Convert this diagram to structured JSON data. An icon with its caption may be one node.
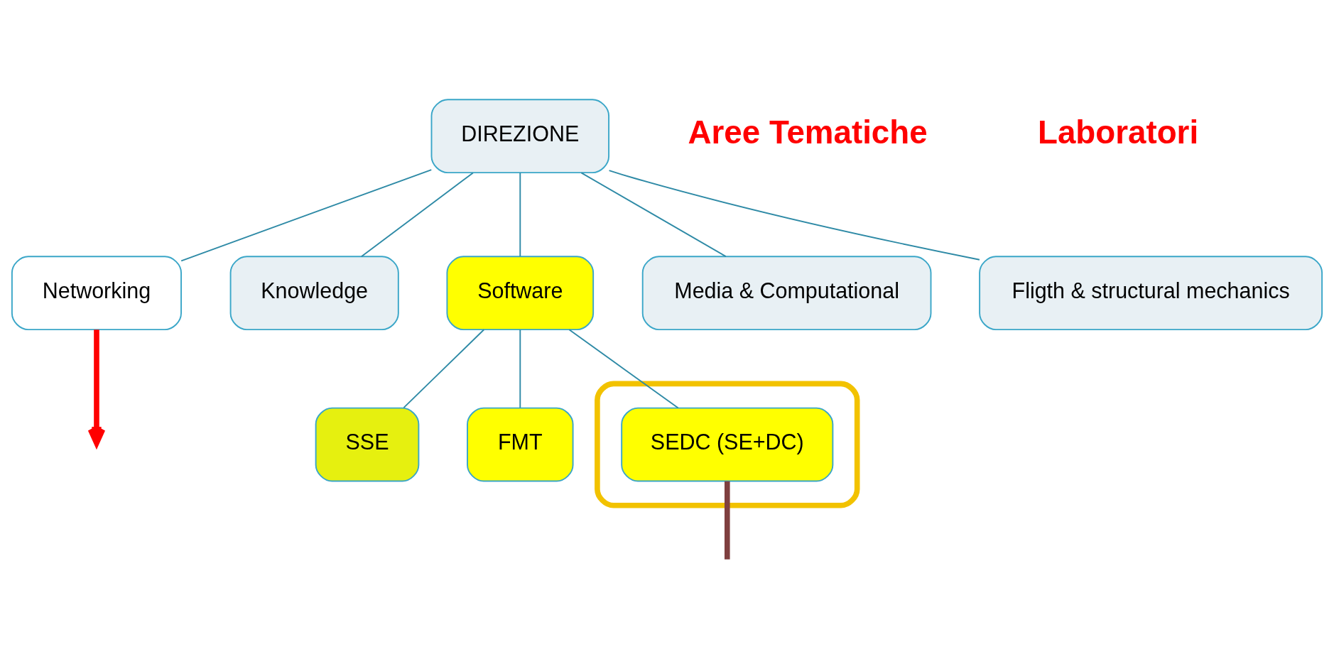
{
  "diagram": {
    "nodes": [
      {
        "text": [
          "DIREZIONE"
        ]
      },
      {
        "text": [
          "Networking"
        ]
      },
      {
        "text": [
          "Knowledge"
        ]
      },
      {
        "text": [
          "Software"
        ]
      },
      {
        "text": [
          "Media & Computational"
        ]
      },
      {
        "text": [
          "Fligth & structural mechanics"
        ]
      },
      {
        "text": [
          "SSE"
        ]
      },
      {
        "text": [
          "FMT"
        ]
      },
      {
        "text": [],
        "shape": "ellipse"
      },
      {
        "text": [
          "SEDC (SE+DC)"
        ],
        "in": 8
      }
    ],
    "edges": [
      {
        "from": 0,
        "to": 1,
        "arrow": "none"
      },
      {
        "from": 0,
        "to": 2,
        "arrow": "none"
      },
      {
        "from": 0,
        "to": 3,
        "arrow": "none"
      },
      {
        "from": 0,
        "to": 4,
        "arrow": "none"
      },
      {
        "from": 0,
        "to": 5,
        "arrow": "none"
      },
      {
        "from": 3,
        "to": 6,
        "arrow": "none"
      },
      {
        "from": 3,
        "to": 7,
        "arrow": "none"
      },
      {
        "from": 3,
        "to": 9,
        "arrow": "none"
      },
      {
        "from": 1,
        "to": null,
        "arrow": "to",
        "style": "thick",
        "color": "#ff0000"
      },
      {
        "from": 9,
        "to": null,
        "arrow": "none",
        "style": "thick",
        "color": "#7f3f3f"
      }
    ],
    "labels": [
      "Aree Tematiche",
      "Laboratori"
    ]
  }
}
